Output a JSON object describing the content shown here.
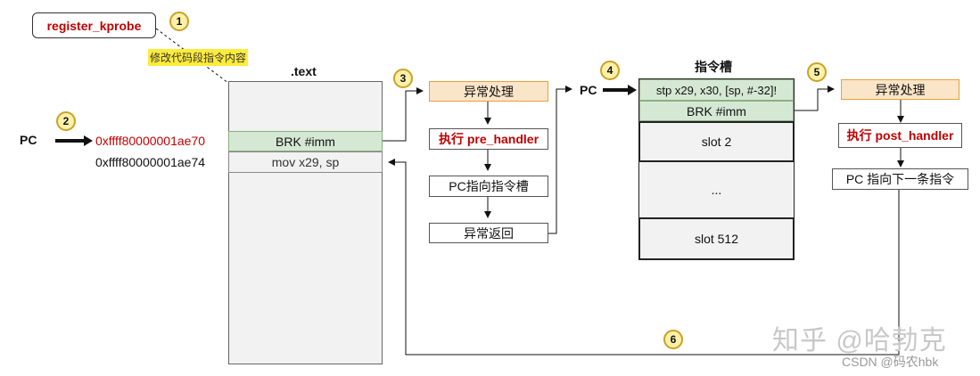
{
  "register_kprobe": "register_kprobe",
  "modify_note": "修改代码段指令内容",
  "text_section": {
    "title": ".text",
    "brk": "BRK #imm",
    "mov": "mov x29, sp"
  },
  "pc_label": "PC",
  "addresses": [
    "0xffff80000001ae70",
    "0xffff80000001ae74"
  ],
  "steps": [
    "1",
    "2",
    "3",
    "4",
    "5",
    "6"
  ],
  "flow_pre": {
    "exception": "异常处理",
    "exec_prefix": "执行",
    "handler": "pre_handler",
    "pc_to_slot": "PC指向指令槽",
    "return": "异常返回"
  },
  "slot_table": {
    "title": "指令槽",
    "row1": "stp x29, x30, [sp, #-32]!",
    "row2": "BRK #imm",
    "slot2": "slot 2",
    "dots": "...",
    "slot512": "slot 512"
  },
  "flow_post": {
    "exception": "异常处理",
    "exec_prefix": "执行",
    "handler": "post_handler",
    "pc_next": "PC 指向下一条指令"
  },
  "watermark": {
    "main": "知乎 @哈勃克",
    "sub": "CSDN @码农hbk"
  },
  "colors": {
    "green_fill": "#d5e8d4",
    "orange_fill": "#fbe5c8",
    "orange_border": "#e6a13a",
    "grey_fill": "#f2f2f2",
    "highlight_red": "#c00000"
  }
}
